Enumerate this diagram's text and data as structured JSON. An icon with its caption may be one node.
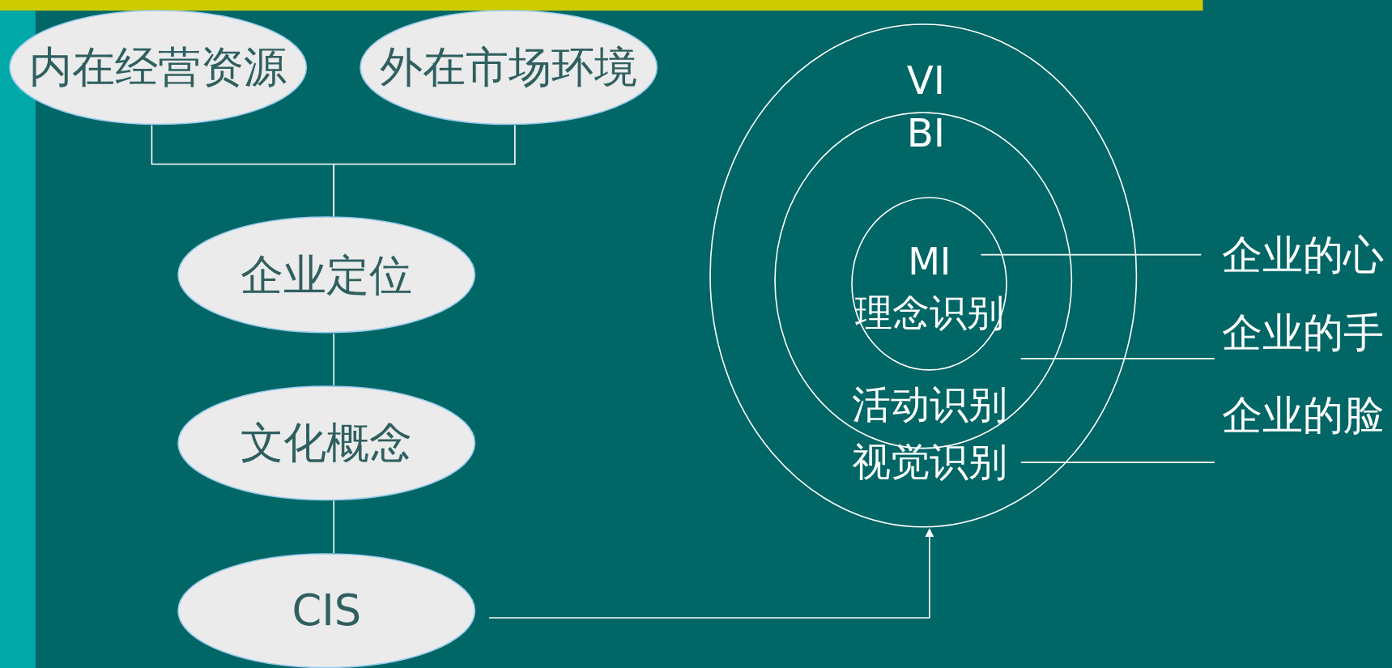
{
  "diagram": {
    "nodes": [
      {
        "text": [
          "内在经营资源"
        ]
      },
      {
        "text": [
          "外在市场环境"
        ]
      },
      {
        "text": [
          "企业定位"
        ]
      },
      {
        "text": [
          "文化概念"
        ]
      },
      {
        "text": [
          "CIS"
        ]
      },
      {
        "text": [
          "VI",
          "视觉识别"
        ]
      },
      {
        "text": [
          "BI",
          "活动识别"
        ],
        "in": 5
      },
      {
        "text": [
          "MI",
          "理念识别"
        ],
        "in": 6
      },
      {
        "text": [
          "企业的心"
        ]
      },
      {
        "text": [
          "企业的手"
        ]
      },
      {
        "text": [
          "企业的脸"
        ]
      }
    ],
    "edges": [
      {
        "from": 0,
        "to": 2,
        "arrow": "none"
      },
      {
        "from": 1,
        "to": 2,
        "arrow": "none"
      },
      {
        "from": 2,
        "to": 3,
        "arrow": "none"
      },
      {
        "from": 3,
        "to": 4,
        "arrow": "none"
      },
      {
        "from": 4,
        "to": 5,
        "arrow": "to"
      },
      {
        "from": 7,
        "to": 8,
        "arrow": "none"
      },
      {
        "from": 6,
        "to": 9,
        "arrow": "none"
      },
      {
        "from": 5,
        "to": 10,
        "arrow": "none"
      }
    ]
  }
}
